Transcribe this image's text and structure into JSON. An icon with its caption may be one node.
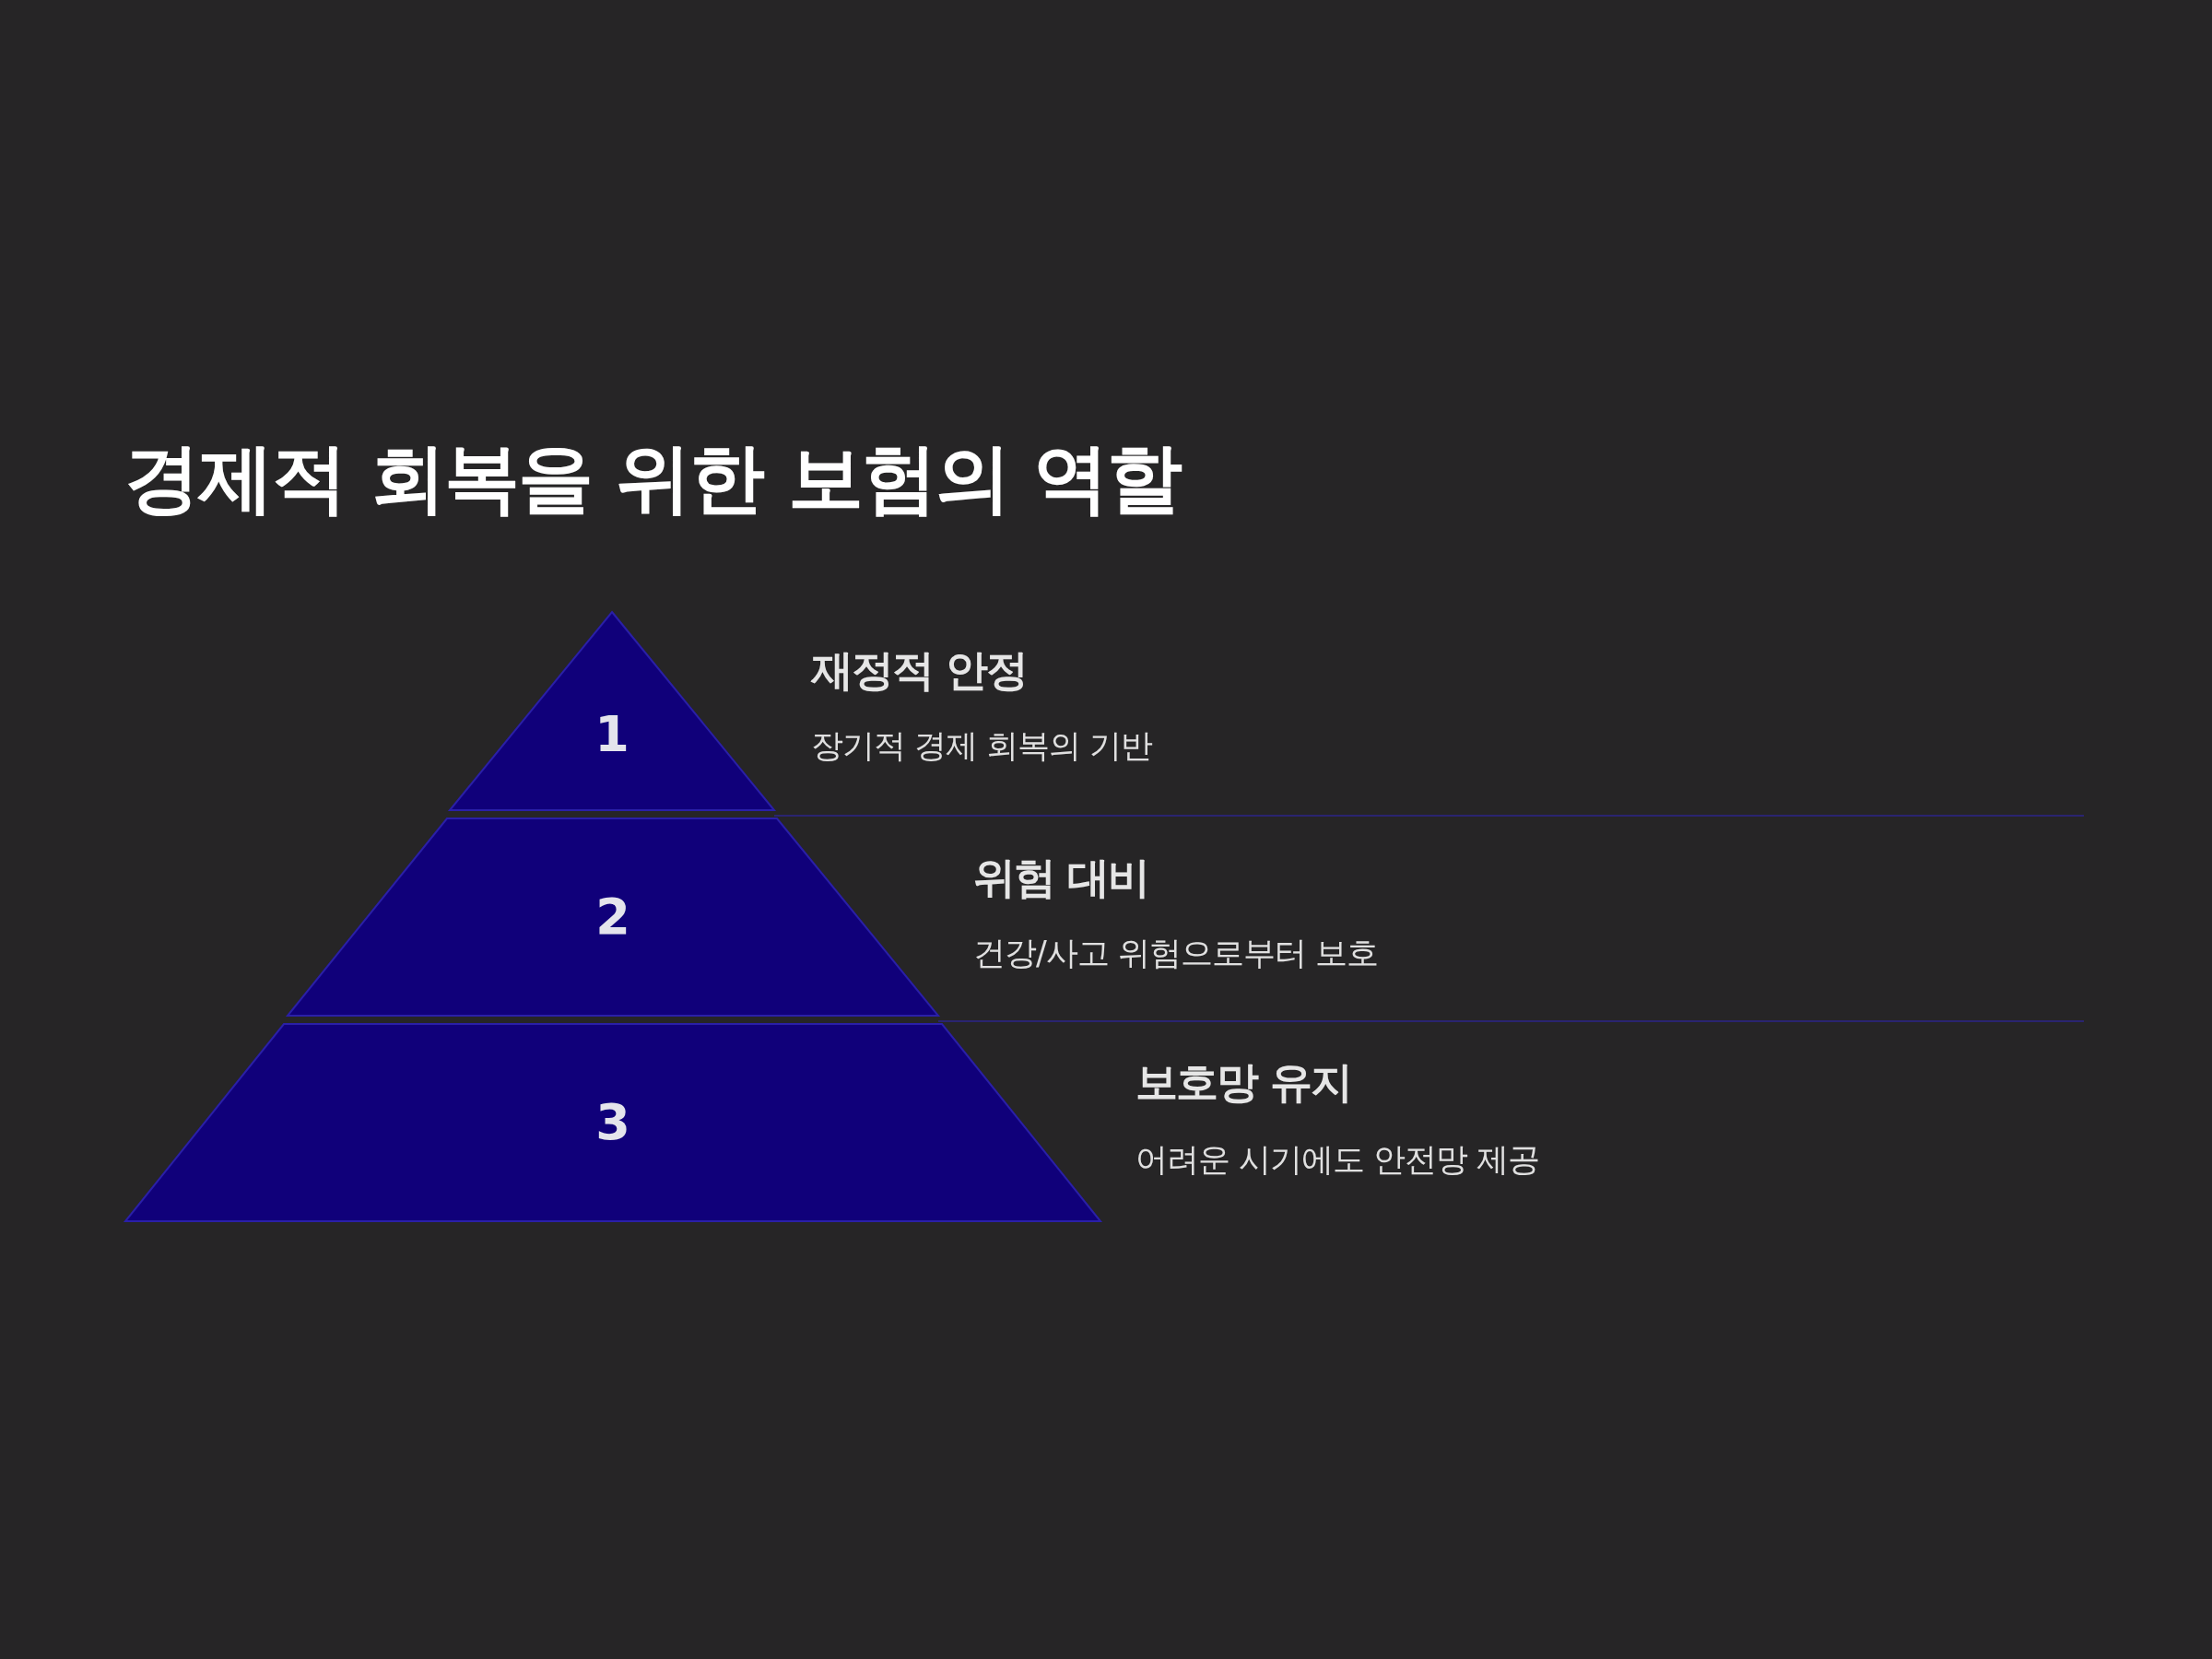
{
  "diagram": {
    "title": "경제적 회복을 위한 보험의 역할",
    "nodes": [
      {
        "text": [
          "1"
        ],
        "beside": [
          "재정적 안정",
          "장기적 경제 회복의 기반"
        ]
      },
      {
        "text": [
          "2"
        ],
        "beside": [
          "위험 대비",
          "건강/사고 위험으로부터 보호"
        ]
      },
      {
        "text": [
          "3"
        ],
        "beside": [
          "보호망 유지",
          "어려운 시기에도 안전망 제공"
        ]
      }
    ]
  }
}
